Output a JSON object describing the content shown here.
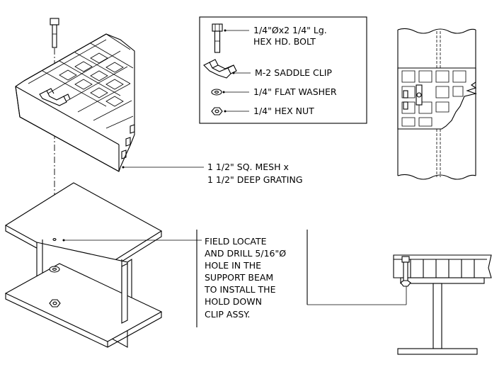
{
  "legend": {
    "bolt": "1/4\"Øx2 1/4\" Lg.",
    "bolt_line2": "HEX HD. BOLT",
    "clip": "M-2 SADDLE CLIP",
    "washer": "1/4\" FLAT WASHER",
    "nut": "1/4\" HEX NUT"
  },
  "grating_callout": {
    "line1": "1 1/2\" SQ. MESH x",
    "line2": "1 1/2\" DEEP GRATING"
  },
  "field_note": {
    "lines": [
      "FIELD LOCATE",
      "AND DRILL 5/16\"Ø",
      "HOLE IN THE",
      "SUPPORT BEAM",
      "TO INSTALL THE",
      "HOLD DOWN",
      "CLIP ASSY."
    ]
  }
}
